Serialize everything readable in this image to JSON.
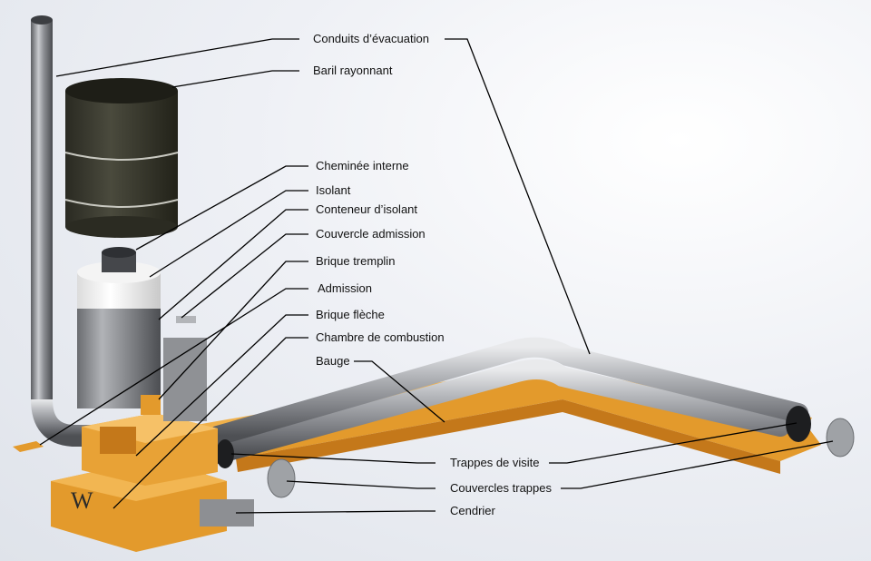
{
  "labels": {
    "conduits": "Conduits d’évacuation",
    "baril": "Baril rayonnant",
    "cheminee": "Cheminée interne",
    "isolant": "Isolant",
    "conteneur": "Conteneur d’isolant",
    "couvercle_admission": "Couvercle admission",
    "brique_tremplin": "Brique tremplin",
    "admission": "Admission",
    "brique_fleche": "Brique flèche",
    "chambre": "Chambre de combustion",
    "bauge": "Bauge",
    "trappes_visite": "Trappes de visite",
    "couvercles_trappes": "Couvercles trappes",
    "cendrier": "Cendrier"
  },
  "colors": {
    "cob": "#e39a2c",
    "cob_dark": "#c4781a",
    "steel": "#a7a9ad",
    "barrel": "#36352c",
    "insulation": "#f2f2f2"
  }
}
